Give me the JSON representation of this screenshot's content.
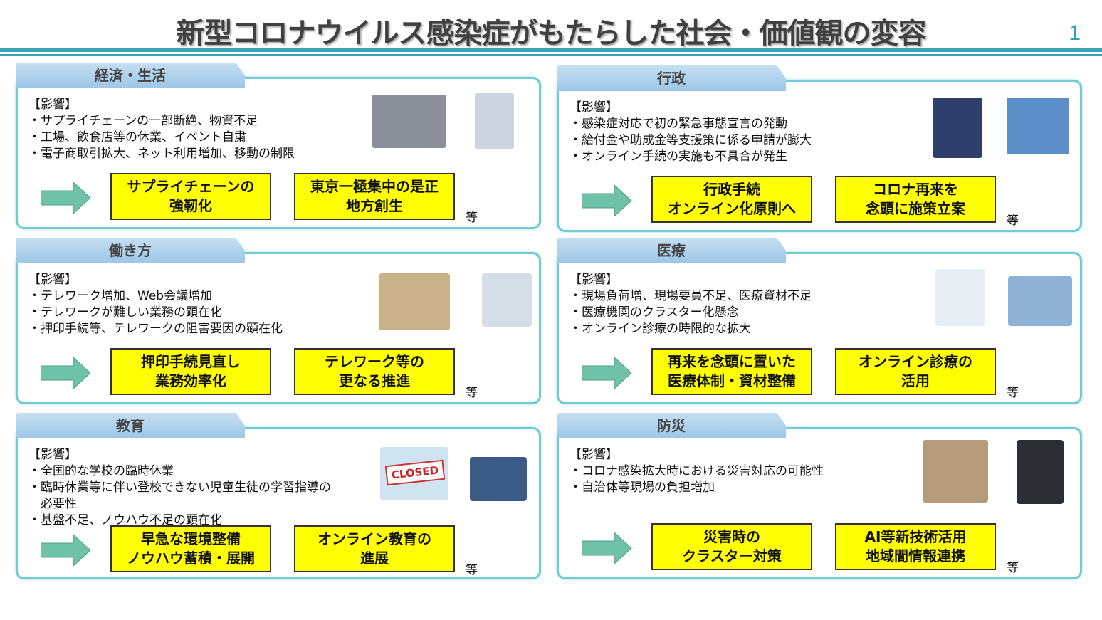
{
  "title": "新型コロナウイルス感染症がもたらした社会・価値観の変容",
  "page_number": "1",
  "impact_label": "【影響】",
  "etc_label": "等",
  "colors": {
    "accent": "#3ba6b2",
    "result_box": "#ffff00",
    "arrow": "#6fc2a8",
    "tab": "#a9cdea"
  },
  "panels": [
    {
      "title": "経済・生活",
      "impacts": [
        "・サプライチェーンの一部断絶、物資不足",
        "・工場、飲食店等の休業、イベント自粛",
        "・電子商取引拡大、ネット利用増加、移動の制限"
      ],
      "results": [
        "サプライチェーンの\n強靭化",
        "東京一極集中の是正\n地方創生"
      ]
    },
    {
      "title": "行政",
      "impacts": [
        "・感染症対応で初の緊急事態宣言の発動",
        "・給付金や助成金等支援策に係る申請が膨大",
        "・オンライン手続の実施も不具合が発生"
      ],
      "results": [
        "行政手続\nオンライン化原則へ",
        "コロナ再来を\n念頭に施策立案"
      ]
    },
    {
      "title": "働き方",
      "impacts": [
        "・テレワーク増加、Web会議増加",
        "・テレワークが難しい業務の顕在化",
        "・押印手続等、テレワークの阻害要因の顕在化"
      ],
      "results": [
        "押印手続見直し\n業務効率化",
        "テレワーク等の\n更なる推進"
      ]
    },
    {
      "title": "医療",
      "impacts": [
        "・現場負荷増、現場要員不足、医療資材不足",
        "・医療機関のクラスター化懸念",
        "・オンライン診療の時限的な拡大"
      ],
      "results": [
        "再来を念頭に置いた\n医療体制・資材整備",
        "オンライン診療の\n活用"
      ]
    },
    {
      "title": "教育",
      "impacts": [
        "・全国的な学校の臨時休業",
        "・臨時休業等に伴い登校できない児童生徒の学習指導の",
        "　必要性",
        "・基盤不足、ノウハウ不足の顕在化"
      ],
      "results": [
        "早急な環境整備\nノウハウ蓄積・展開",
        "オンライン教育の\n進展"
      ],
      "sign_text": "CLOSED"
    },
    {
      "title": "防災",
      "impacts": [
        "・コロナ感染拡大時における災害対応の可能性",
        "・自治体等現場の負担増加"
      ],
      "results": [
        "災害時の\nクラスター対策",
        "AI等新技術活用\n地域間情報連携"
      ]
    }
  ]
}
